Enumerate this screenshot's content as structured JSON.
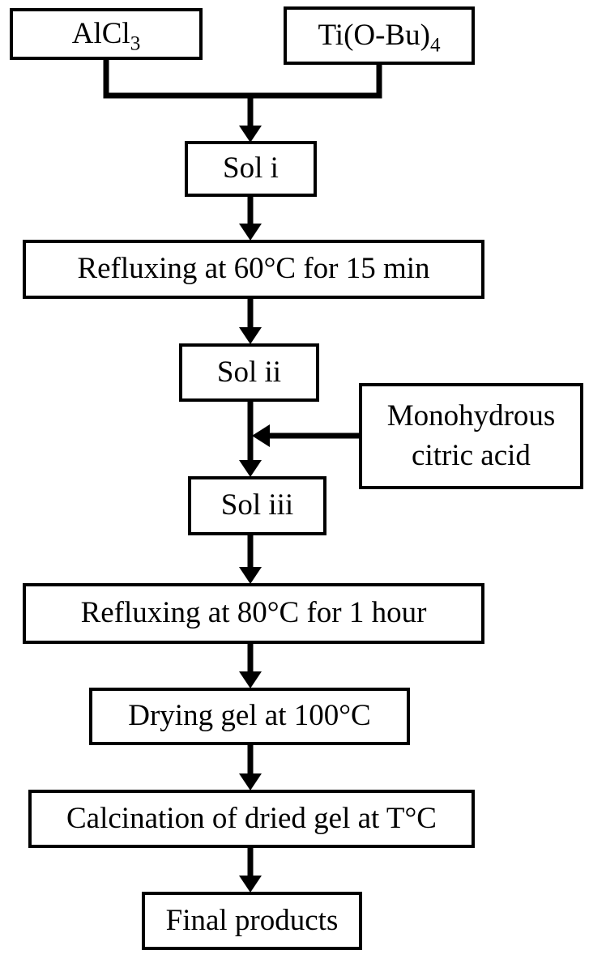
{
  "diagram": {
    "type": "flowchart",
    "colors": {
      "background": "#ffffff",
      "box_fill": "#ffffff",
      "box_border": "#000000",
      "line": "#000000",
      "text": "#000000"
    },
    "nodes": {
      "alcl3": {
        "base": "AlCl",
        "sub": "3"
      },
      "tiobu4": {
        "base": "Ti(O-Bu)",
        "sub": "4"
      },
      "sol_i": {
        "label": "Sol i"
      },
      "reflux_60": {
        "label": "Refluxing at 60°C for 15 min"
      },
      "sol_ii": {
        "label": "Sol ii"
      },
      "citric_acid": {
        "label": "Monohydrous citric acid"
      },
      "sol_iii": {
        "label": "Sol iii"
      },
      "reflux_80": {
        "label": "Refluxing at 80°C for 1 hour"
      },
      "drying": {
        "label": "Drying gel at 100°C"
      },
      "calcination": {
        "label": "Calcination of dried gel at T°C"
      },
      "final_products": {
        "label": "Final products"
      }
    }
  }
}
